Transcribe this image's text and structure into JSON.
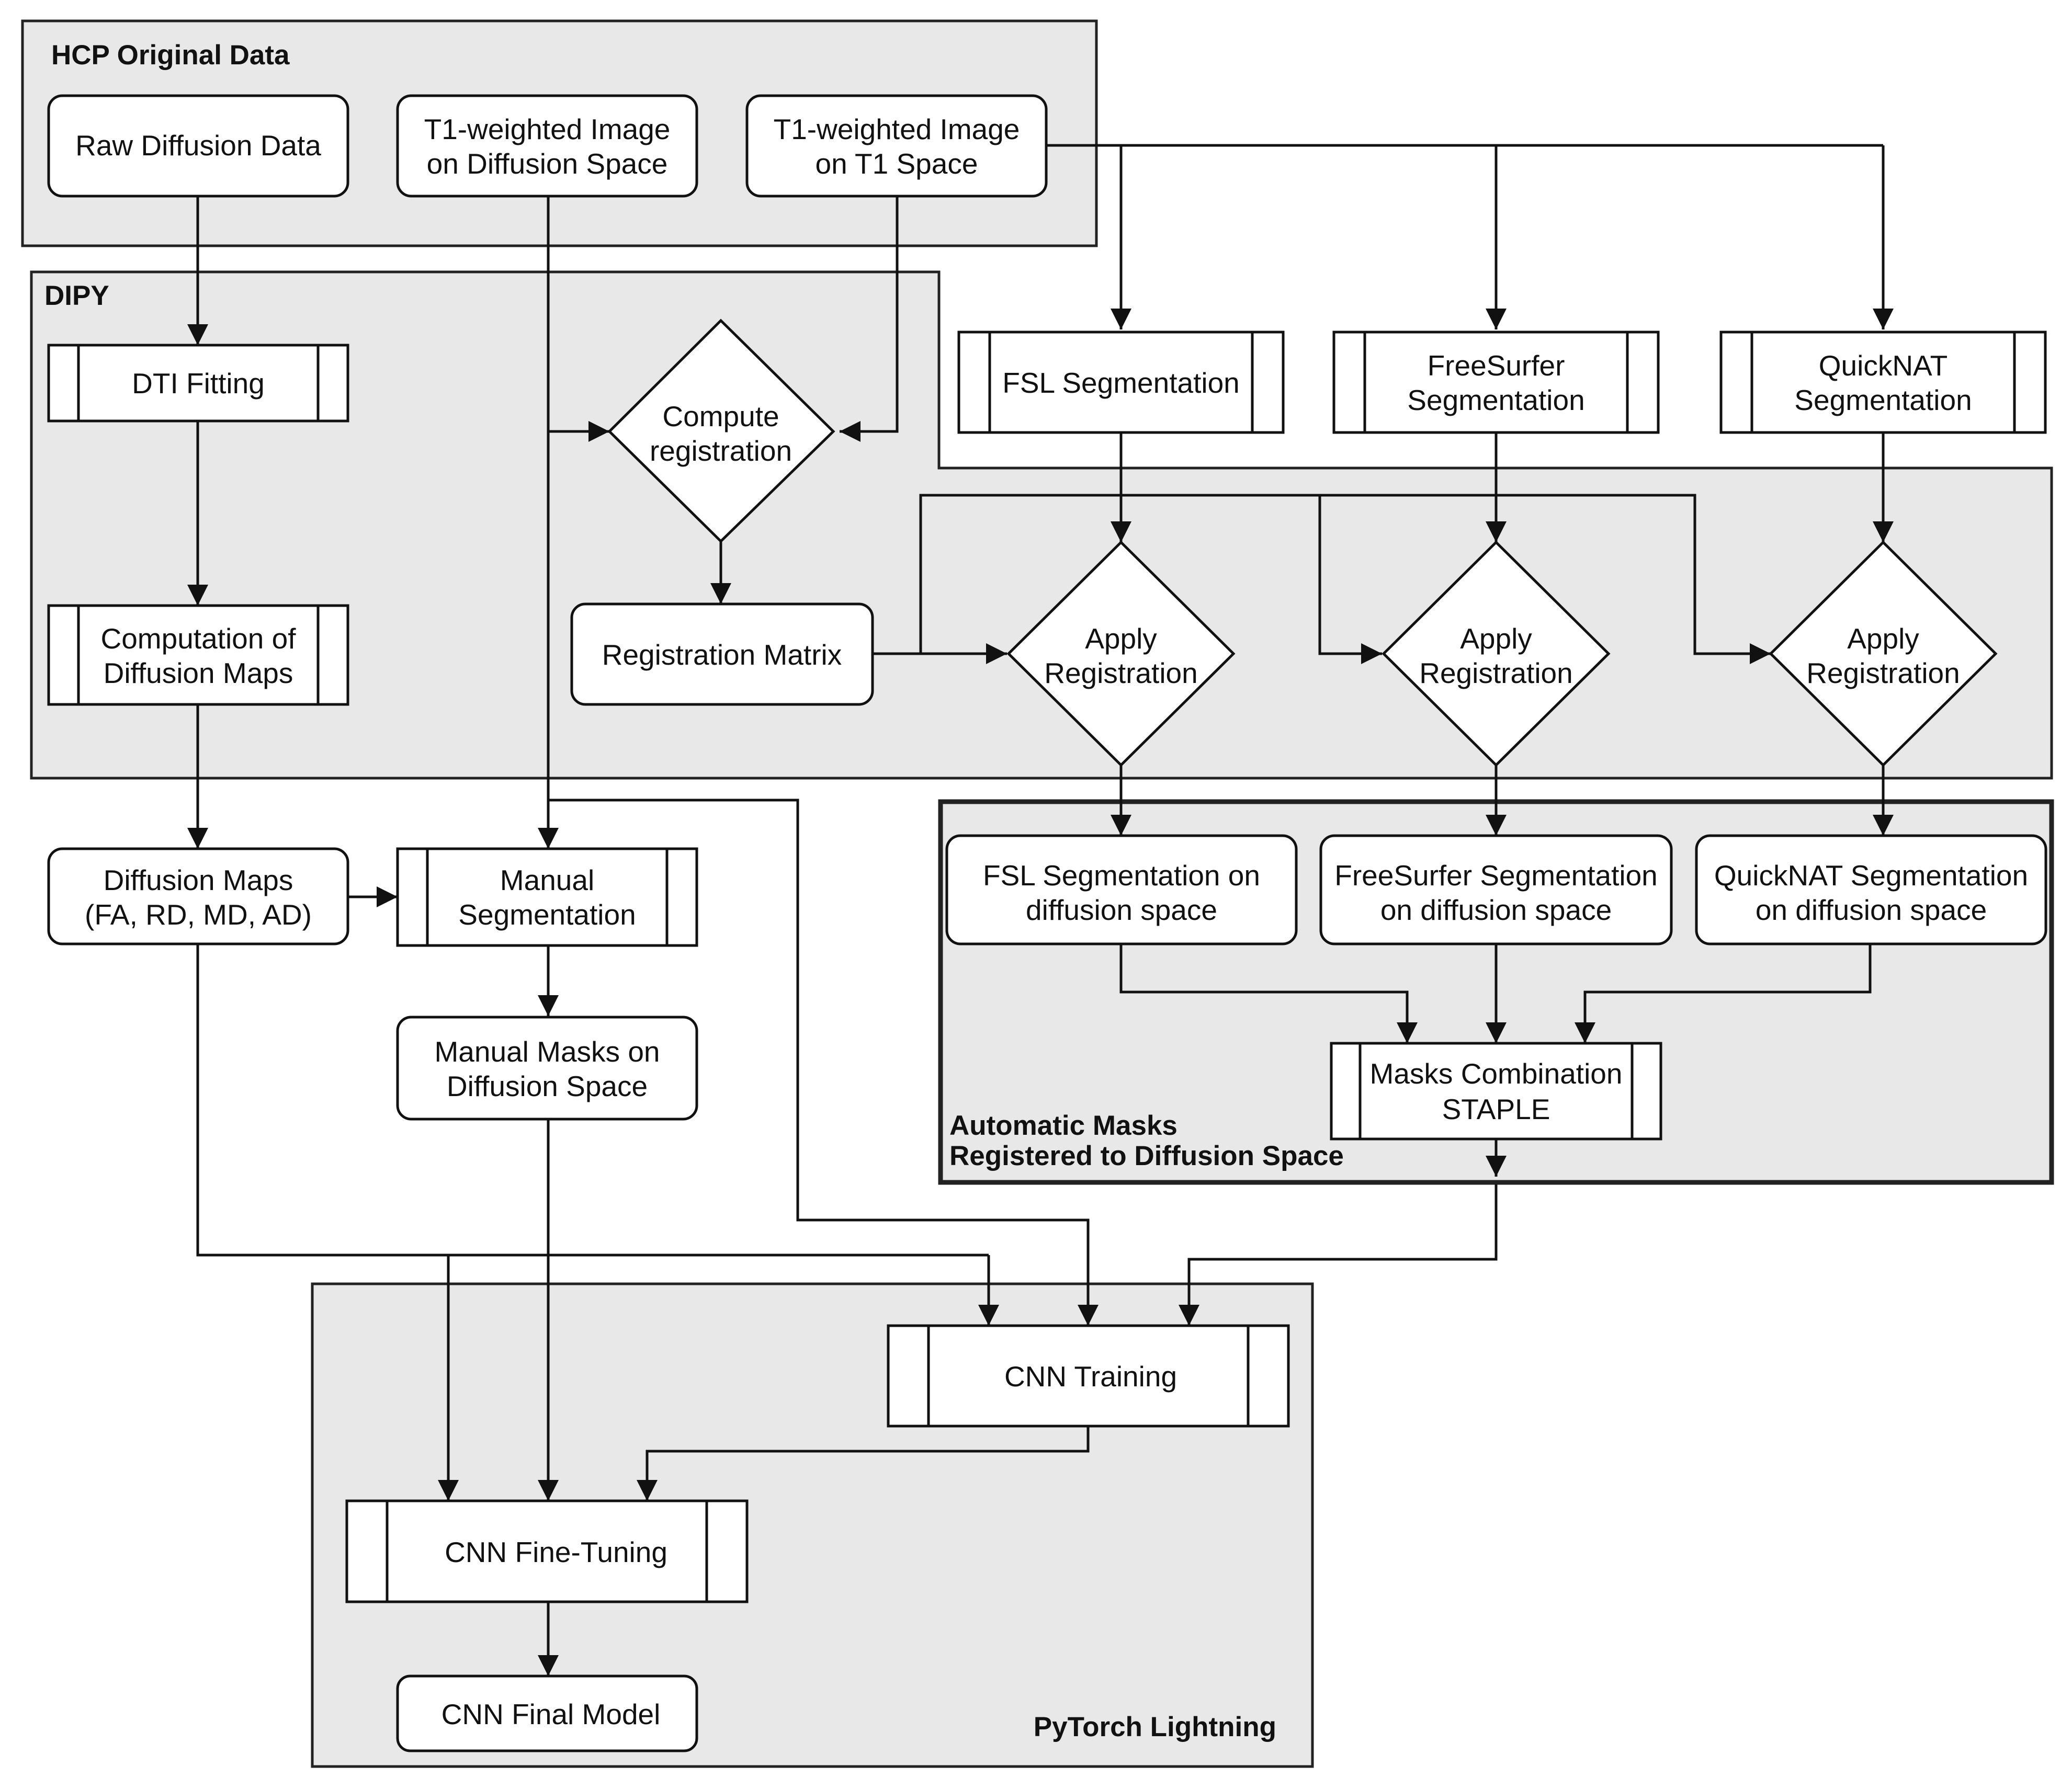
{
  "groups": {
    "hcp": "HCP Original Data",
    "dipy": "DIPY",
    "automatic": [
      "Automatic Masks",
      "Registered to Diffusion Space"
    ],
    "pytorch": "PyTorch Lightning"
  },
  "nodes": {
    "raw_diffusion": [
      "Raw Diffusion Data"
    ],
    "t1_diffusion": [
      "T1-weighted Image",
      "on Diffusion Space"
    ],
    "t1_t1": [
      "T1-weighted Image",
      "on T1 Space"
    ],
    "dti_fitting": [
      "DTI Fitting"
    ],
    "computation_maps": [
      "Computation of",
      "Diffusion Maps"
    ],
    "compute_registration": [
      "Compute",
      "registration"
    ],
    "registration_matrix": [
      "Registration Matrix"
    ],
    "fsl_seg": [
      "FSL Segmentation"
    ],
    "freesurfer_seg": [
      "FreeSurfer",
      "Segmentation"
    ],
    "quicknat_seg": [
      "QuickNAT",
      "Segmentation"
    ],
    "apply_reg_fsl": [
      "Apply",
      "Registration"
    ],
    "apply_reg_fs": [
      "Apply",
      "Registration"
    ],
    "apply_reg_qn": [
      "Apply",
      "Registration"
    ],
    "diffusion_maps": [
      "Diffusion Maps",
      "(FA, RD, MD, AD)"
    ],
    "manual_seg": [
      "Manual",
      "Segmentation"
    ],
    "manual_masks": [
      "Manual Masks on",
      "Diffusion Space"
    ],
    "fsl_diff": [
      "FSL Segmentation on",
      "diffusion space"
    ],
    "fs_diff": [
      "FreeSurfer Segmentation",
      "on diffusion space"
    ],
    "qn_diff": [
      "QuickNAT Segmentation",
      "on diffusion space"
    ],
    "staple": [
      "Masks Combination",
      "STAPLE"
    ],
    "cnn_training": [
      "CNN Training"
    ],
    "cnn_finetuning": [
      "CNN Fine-Tuning"
    ],
    "cnn_final": [
      "CNN Final Model"
    ]
  }
}
